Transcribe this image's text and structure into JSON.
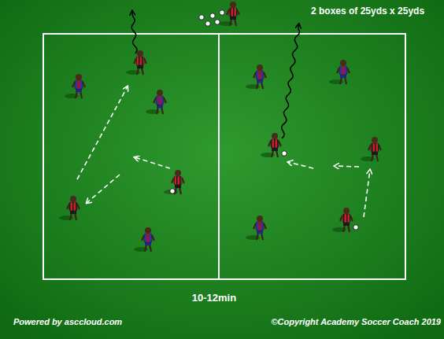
{
  "diagram": {
    "labels": [
      "2 boxes of 25yds x 25yds",
      "10-12min",
      "Powered by asccloud.com",
      "©Copyright Academy Soccer Coach 2019"
    ]
  }
}
